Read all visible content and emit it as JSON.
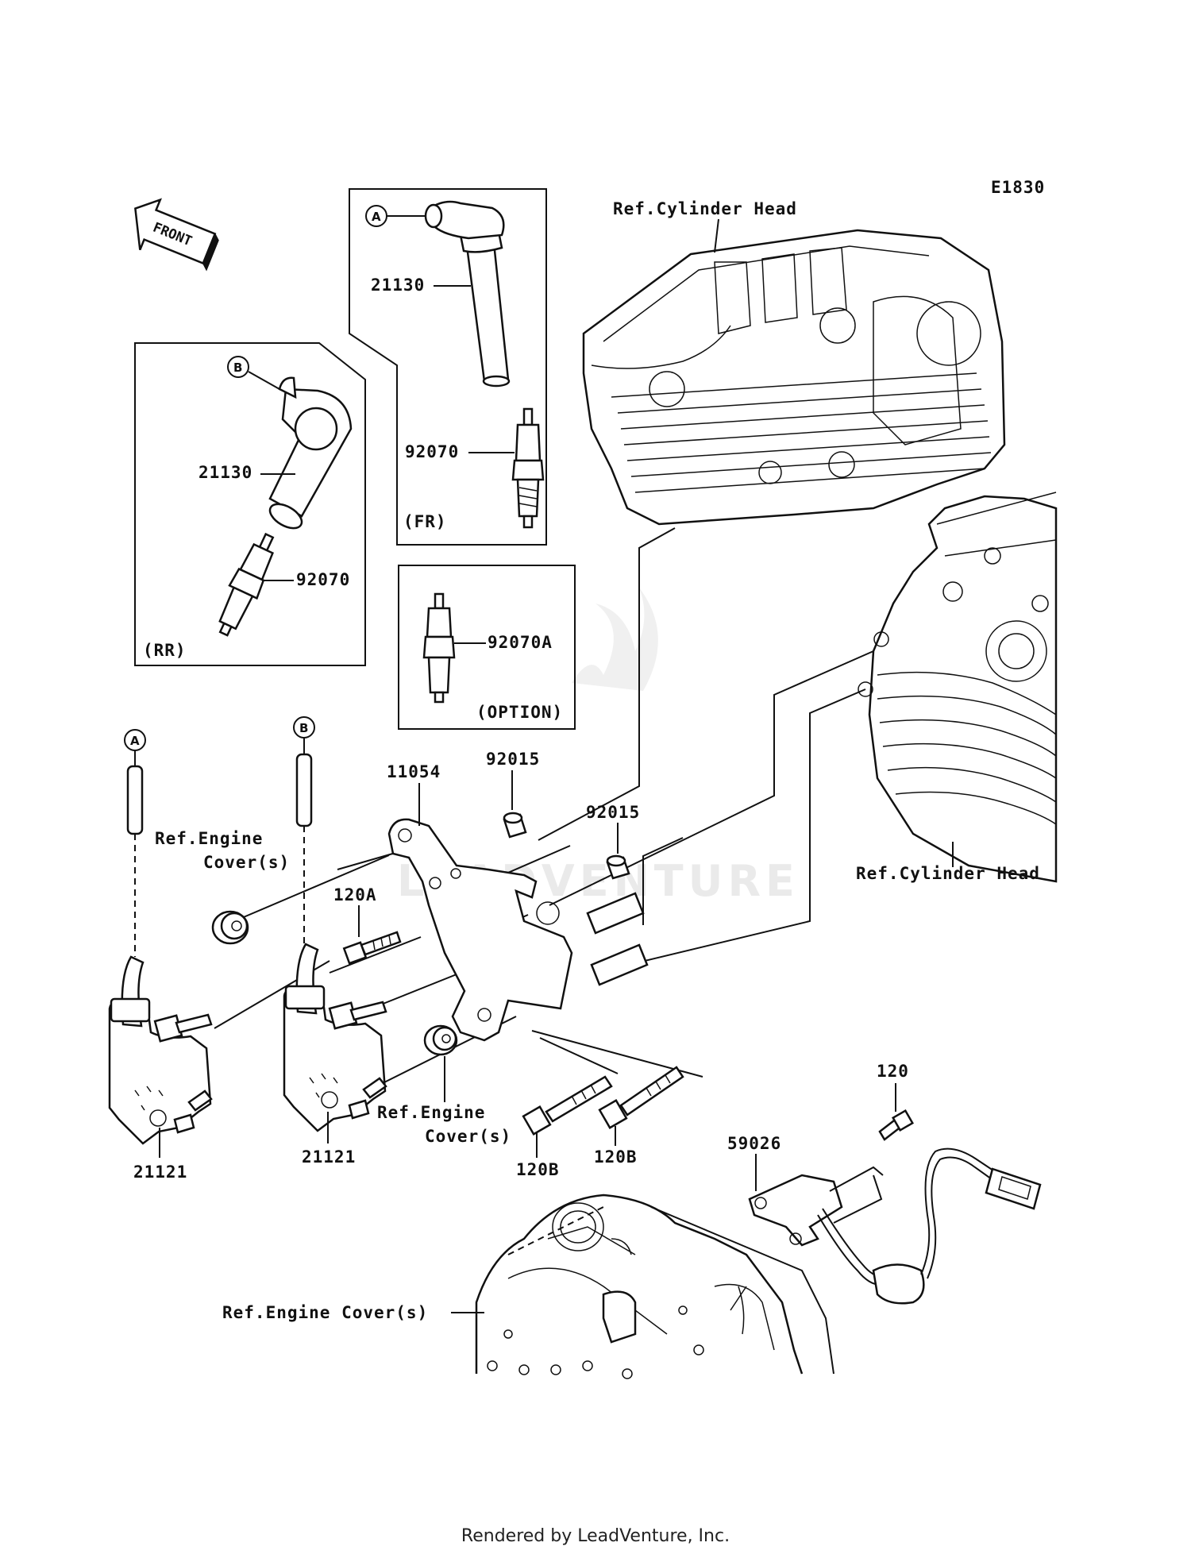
{
  "diagram": {
    "code": "E1830",
    "front_label": "FRONT",
    "watermark": "LEADVENTURE",
    "boxes": {
      "fr": {
        "tag": "(FR)",
        "callout": "A",
        "part_cap": "21130",
        "part_plug": "92070"
      },
      "rr": {
        "tag": "(RR)",
        "callout": "B",
        "part_cap": "21130",
        "part_plug": "92070"
      },
      "option": {
        "tag": "(OPTION)",
        "part_plug": "92070A"
      }
    },
    "callouts": {
      "a": "A",
      "b": "B"
    },
    "parts": {
      "bracket": "11054",
      "collar_1": "92015",
      "collar_2": "92015",
      "bolt_a": "120A",
      "bolt_b1": "120B",
      "bolt_b2": "120B",
      "bolt": "120",
      "coil_1": "21121",
      "coil_2": "21121",
      "sensor": "59026"
    },
    "refs": {
      "cyl_head_top": "Ref.Cylinder Head",
      "cyl_head_right": "Ref.Cylinder Head",
      "engine_cover_1_line1": "Ref.Engine",
      "engine_cover_1_line2": "Cover(s)",
      "engine_cover_2_line1": "Ref.Engine",
      "engine_cover_2_line2": "Cover(s)",
      "engine_cover_3": "Ref.Engine Cover(s)"
    }
  },
  "footer": {
    "text": "Rendered by LeadVenture, Inc."
  }
}
